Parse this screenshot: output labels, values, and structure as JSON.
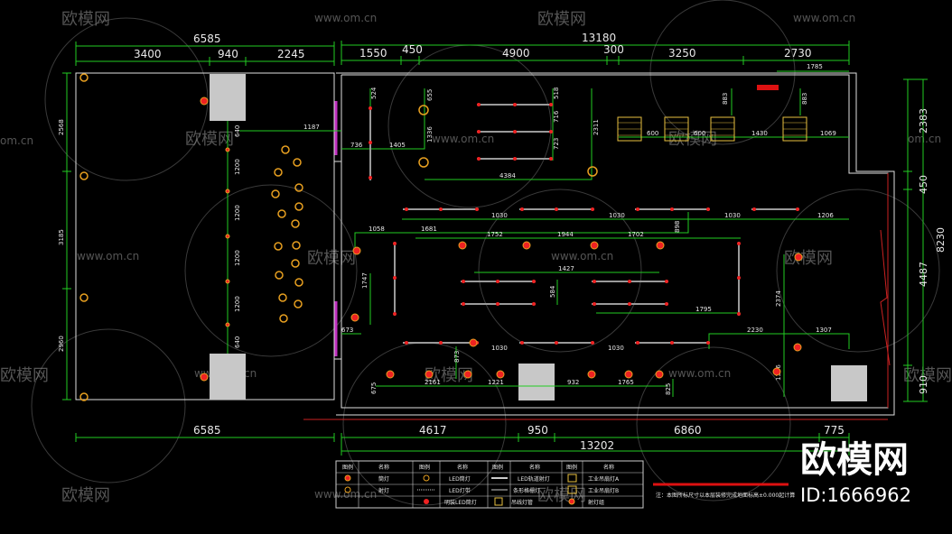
{
  "watermark": {
    "brand": "欧模网",
    "url": "www.om.cn",
    "url_short": "om.cn"
  },
  "brand_corner": {
    "name": "欧模网",
    "id": "ID:1666962"
  },
  "dims": {
    "left_total": "6585",
    "left_a": "3400",
    "left_b": "940",
    "left_c": "2245",
    "top_total": "13180",
    "top_1": "1550",
    "top_2": "450",
    "top_3": "4900",
    "top_4": "300",
    "top_5": "3250",
    "top_6": "2730",
    "top_sub": "1785",
    "right_total": "8230",
    "right_1": "2383",
    "right_2": "450",
    "right_3": "4487",
    "right_4": "910",
    "left_v1": "2568",
    "left_v2": "3185",
    "left_v3": "2960",
    "bottom_left": "6585",
    "bottom_1": "4617",
    "bottom_2": "950",
    "bottom_3": "6860",
    "bottom_4": "775",
    "bottom_total": "13202",
    "col_1": "640",
    "col_2": "1200",
    "col_3": "1200",
    "col_4": "1200",
    "col_5": "1200",
    "col_6": "640",
    "in_1187": "1187",
    "in_736": "736",
    "in_1405": "1405",
    "in_524": "524",
    "in_655": "655",
    "in_1336": "1336",
    "in_518": "518",
    "in_716": "716",
    "in_723": "723",
    "in_2311": "2311",
    "in_4384": "4384",
    "in_883a": "883",
    "in_883b": "883",
    "in_600a": "600",
    "in_600b": "600",
    "in_1430": "1430",
    "in_1069": "1069",
    "in_1030a": "1030",
    "in_1030b": "1030",
    "in_1030c": "1030",
    "in_1206": "1206",
    "in_1058": "1058",
    "in_1681": "1681",
    "in_1752": "1752",
    "in_1944": "1944",
    "in_1702": "1702",
    "in_898": "898",
    "in_1427": "1427",
    "in_584": "584",
    "in_1795": "1795",
    "in_1747": "1747",
    "in_673": "673",
    "in_2230": "2230",
    "in_1307": "1307",
    "in_2374": "2374",
    "in_1030d": "1030",
    "in_1030e": "1030",
    "in_873": "873",
    "in_1356": "1356",
    "in_675": "675",
    "in_2161": "2161",
    "in_1221": "1221",
    "in_932": "932",
    "in_1765": "1765",
    "in_825": "825"
  },
  "legend": {
    "h_symbol": "图例",
    "h_name": "名称",
    "r1": "筒灯",
    "r2": "射灯",
    "r3": "LED筒灯",
    "r4": "LED灯带",
    "r5": "明装LED筒灯",
    "r6": "LED轨道射灯",
    "r7": "条形格栅灯",
    "r8": "吊线灯管",
    "r9": "工业吊扇灯A",
    "r10": "工业吊扇灯B",
    "r11": "射灯组",
    "note": "注：本图所标尺寸以本层装修完成地面标高±0.000起计算"
  }
}
